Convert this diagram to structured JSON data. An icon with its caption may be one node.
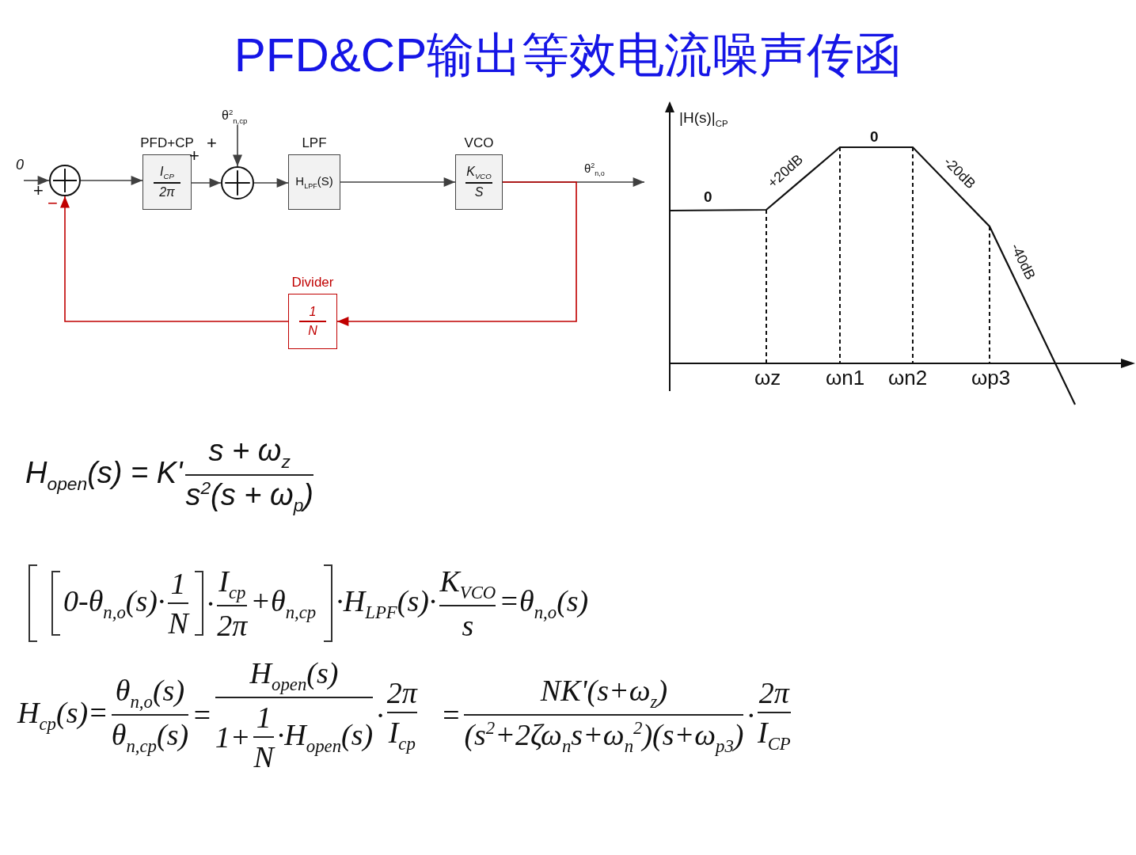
{
  "diagram": {
    "title": "PFD&CP输出等效电流噪声传函",
    "nodes": [
      {
        "text": [
          "0"
        ]
      },
      {
        "text": [],
        "shape": "circle",
        "beside": [
          "+",
          "−"
        ]
      },
      {
        "text": [
          "PFD+CP",
          "I$_{CP}$",
          "2π"
        ]
      },
      {
        "text": [
          "θ$^{2}$$_{n,cp}$"
        ]
      },
      {
        "text": [],
        "shape": "circle",
        "beside": [
          "+",
          "+"
        ]
      },
      {
        "text": [
          "LPF",
          "H$_{LPF}$(S)"
        ]
      },
      {
        "text": [
          "VCO",
          "K$_{VCO}$",
          "S"
        ]
      },
      {
        "text": [
          "Divider",
          "1",
          "N"
        ]
      }
    ],
    "edges": [
      {
        "from": 0,
        "to": 1,
        "arrow": "to"
      },
      {
        "from": 1,
        "to": 2,
        "arrow": "to"
      },
      {
        "from": 2,
        "to": 4,
        "arrow": "to"
      },
      {
        "from": 3,
        "to": 4,
        "arrow": "to"
      },
      {
        "from": 4,
        "to": 5,
        "arrow": "to"
      },
      {
        "from": 5,
        "to": 6,
        "arrow": "to"
      },
      {
        "from": 6,
        "to": null,
        "arrow": "to",
        "label": "θ$^{2}$$_{n,o}$"
      },
      {
        "from": 6,
        "to": 7,
        "arrow": "to",
        "color": "#c00000"
      },
      {
        "from": 7,
        "to": 1,
        "arrow": "to",
        "color": "#c00000"
      }
    ],
    "labels": [
      "|H(s)|$_{CP}$",
      "0",
      "+20dB",
      "0",
      "-20dB",
      "-40dB",
      "ωz",
      "ωn1",
      "ωn2",
      "ωp3",
      "H$_{open}$(s) = K'",
      "s + ω$_{z}$",
      "s$^{2}$(s + ω$_{p}$)",
      "0-θ$_{n,o}$(s)·",
      "1",
      "N",
      "·",
      "I$_{cp}$",
      "2π",
      "+θ$_{n,cp}$",
      "·H$_{LPF}$(s)·",
      "K$_{VCO}$",
      "s",
      "=θ$_{n,o}$(s)",
      "H$_{cp}$(s)=",
      "θ$_{n,o}$(s)",
      "θ$_{n,cp}$(s)",
      "=",
      "H$_{open}$(s)",
      "1+",
      "1",
      "N",
      "·H$_{open}$(s)",
      "·",
      "2π",
      "I$_{cp}$",
      "=",
      "NK'(s+ω$_{z}$)",
      "(s$^{2}$+2ζω$_{n}$s+ω$_{n}$$^{2}$)(s+ω$_{p3}$)",
      "·",
      "2π",
      "I$_{CP}$"
    ]
  }
}
